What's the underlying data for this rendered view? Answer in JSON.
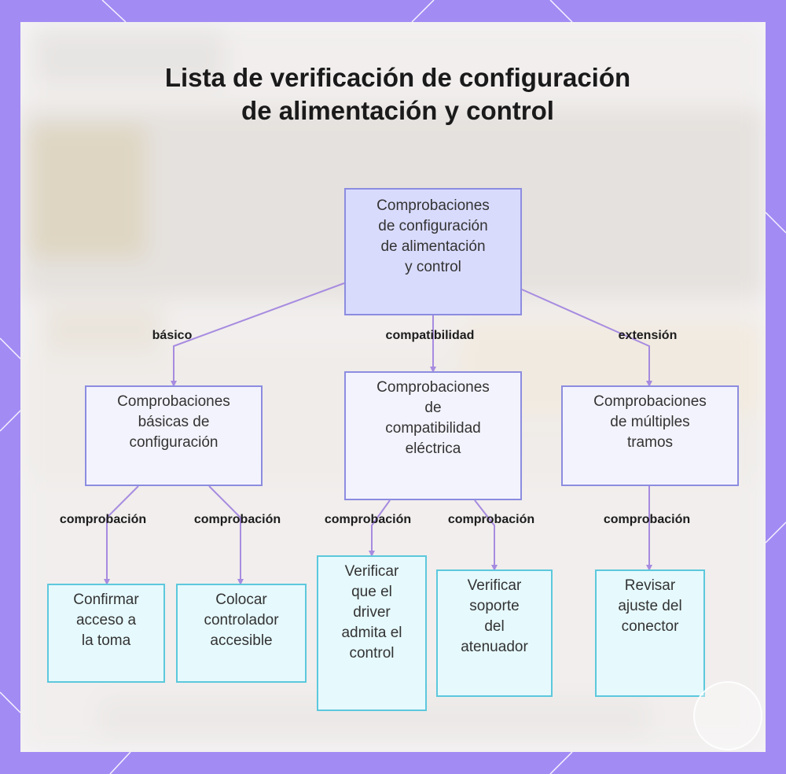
{
  "colors": {
    "frame": "#a38bf4",
    "root_fill": "#d9dbfd",
    "node_border": "#8c8ce0",
    "mid_fill": "#f3f3fd",
    "leaf_fill": "#e6f9fd",
    "leaf_border": "#5cc8dc",
    "connector": "#a78be0"
  },
  "diagram": {
    "title": "Lista de verificación de configuración de alimentación y control",
    "root": {
      "label": "Comprobaciones\nde configuración\nde alimentación\ny control"
    },
    "branches": [
      {
        "edge_label": "básico",
        "label": "Comprobaciones\nbásicas de\nconfiguración",
        "children": [
          {
            "edge_label": "comprobación",
            "label": "Confirmar\nacceso a\nla toma"
          },
          {
            "edge_label": "comprobación",
            "label": "Colocar\ncontrolador\naccesible"
          }
        ]
      },
      {
        "edge_label": "compatibilidad",
        "label": "Comprobaciones\nde\ncompatibilidad\neléctrica",
        "children": [
          {
            "edge_label": "comprobación",
            "label": "Verificar\nque el\ndriver\nadmita el\ncontrol"
          },
          {
            "edge_label": "comprobación",
            "label": "Verificar\nsoporte\ndel\natenuador"
          }
        ]
      },
      {
        "edge_label": "extensión",
        "label": "Comprobaciones\nde múltiples\ntramos",
        "children": [
          {
            "edge_label": "comprobación",
            "label": "Revisar\najuste del\nconector"
          }
        ]
      }
    ]
  }
}
